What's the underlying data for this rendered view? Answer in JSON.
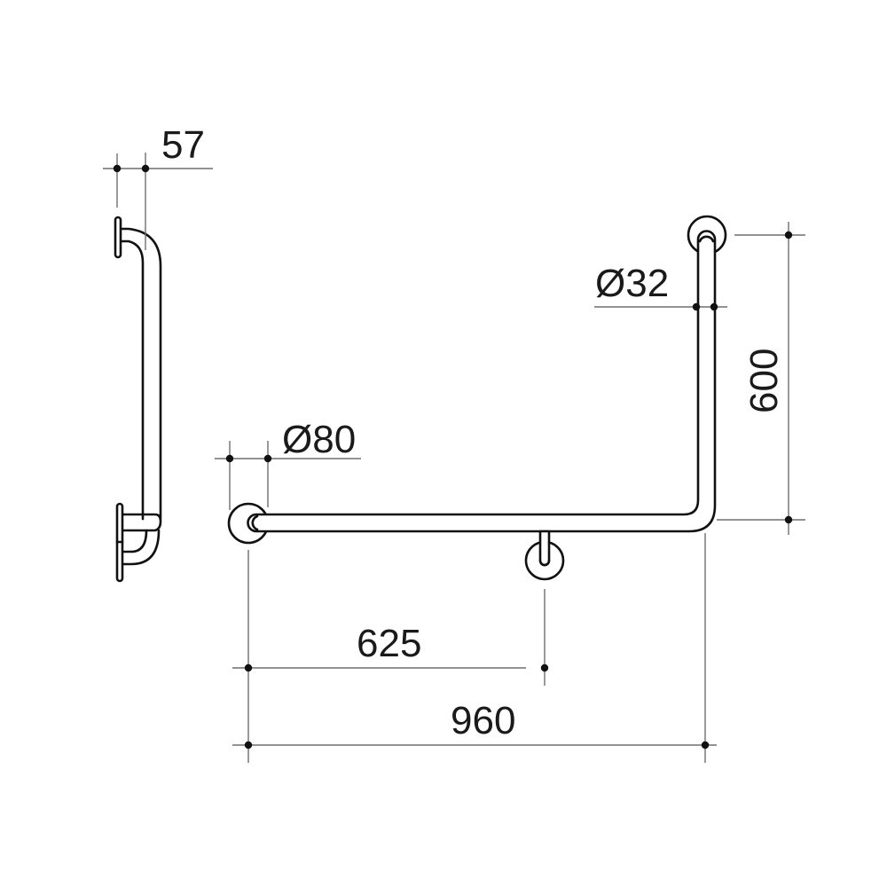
{
  "drawing": {
    "title": "L-shaped grab rail technical drawing",
    "units": "mm",
    "colors": {
      "line": "#111111",
      "dimension": "#6e6e6e",
      "background": "#ffffff"
    },
    "side_view": {
      "standoff_dimension": "57"
    },
    "front_view": {
      "tube_diameter": "Ø32",
      "flange_diameter": "Ø80",
      "vertical_length": "600",
      "support_position": "625",
      "horizontal_length": "960"
    }
  }
}
